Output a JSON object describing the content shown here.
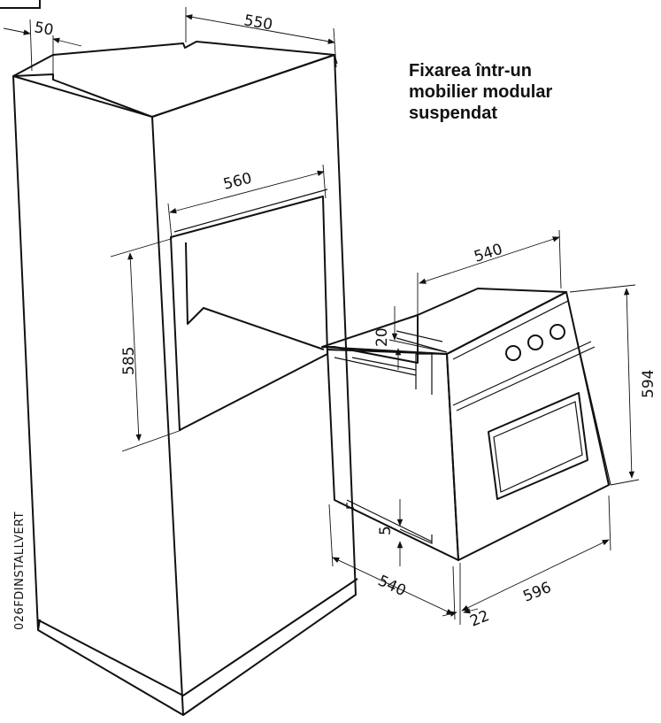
{
  "title": "Fixarea într-un\nmobilier modular\nsuspendat",
  "code": "026FDINSTALLVERT",
  "dimensions": {
    "d50": "50",
    "d550": "550",
    "d560": "560",
    "d585": "585",
    "d540_top": "540",
    "d20": "20",
    "d594": "594",
    "d5": "5",
    "d540_bottom": "540",
    "d596": "596",
    "d22": "22"
  }
}
